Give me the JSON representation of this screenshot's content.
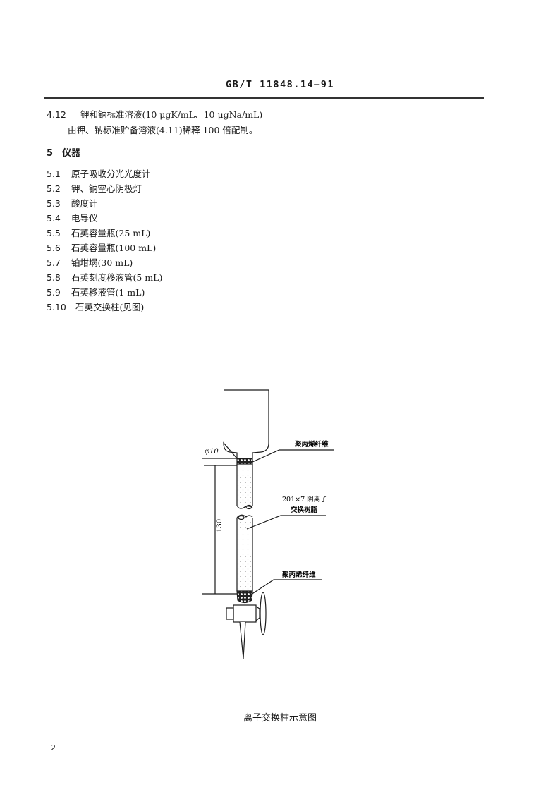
{
  "header": {
    "standard_code": "GB/T 11848.14—91"
  },
  "section_4_12": {
    "number": "4.12",
    "title": "钾和钠标准溶液(10 μgK/mL、10 μgNa/mL)",
    "body": "由钾、钠标准贮备溶液(4.11)稀释 100 倍配制。"
  },
  "section_5": {
    "number": "5",
    "title": "仪器",
    "items": [
      {
        "number": "5.1",
        "label": "原子吸收分光光度计"
      },
      {
        "number": "5.2",
        "label": "钾、钠空心阴极灯"
      },
      {
        "number": "5.3",
        "label": "酸度计"
      },
      {
        "number": "5.4",
        "label": "电导仪"
      },
      {
        "number": "5.5",
        "label": "石英容量瓶(25 mL)"
      },
      {
        "number": "5.6",
        "label": "石英容量瓶(100 mL)"
      },
      {
        "number": "5.7",
        "label": "铂坩埚(30 mL)"
      },
      {
        "number": "5.8",
        "label": "石英刻度移液管(5 mL)"
      },
      {
        "number": "5.9",
        "label": "石英移液管(1 mL)"
      },
      {
        "number": "5.10",
        "label": "石英交换柱(见图)"
      }
    ]
  },
  "figure": {
    "caption": "离子交换柱示意图",
    "diameter_label": "φ10",
    "length_label": "130",
    "label_top_fiber": "聚丙烯纤维",
    "label_resin_line1": "201×7 阴离子",
    "label_resin_line2": "交换树脂",
    "label_bottom_fiber": "聚丙烯纤维"
  },
  "footer": {
    "page_number": "2"
  }
}
